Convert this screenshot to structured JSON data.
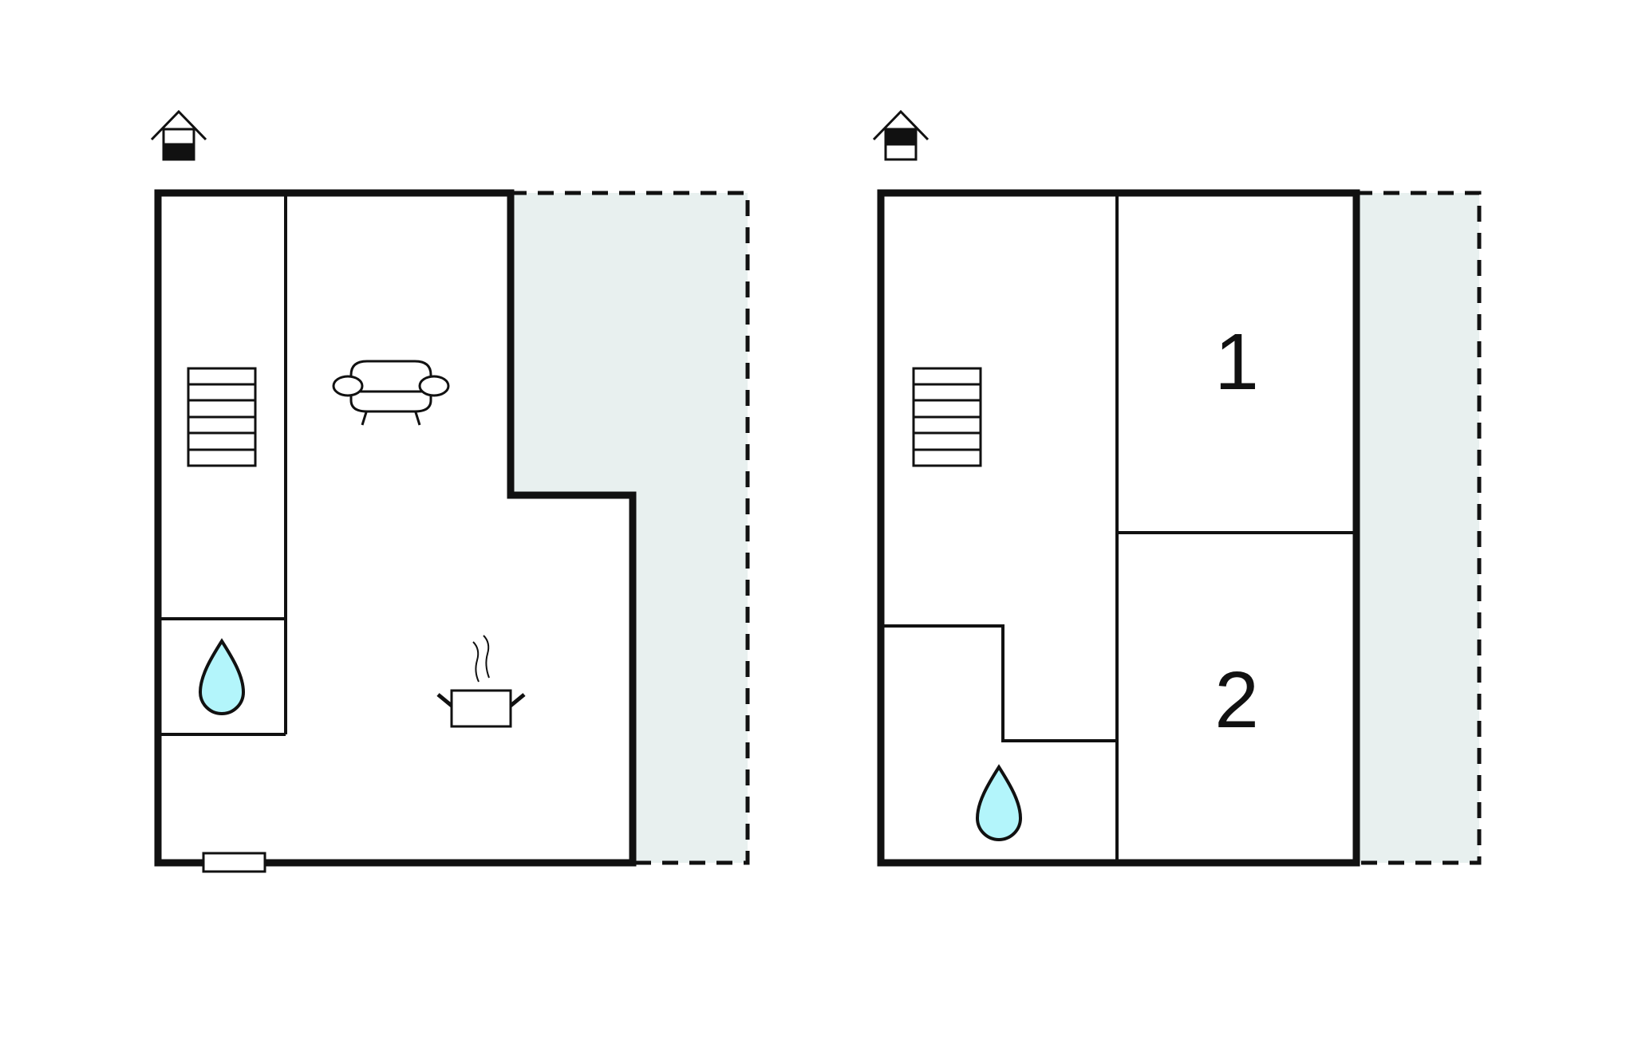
{
  "colors": {
    "wall": "#111111",
    "terrace_fill": "#e8f0ef",
    "water_drop": "#b3f5fb",
    "background": "#ffffff"
  },
  "floors": [
    {
      "level_icon": "house-ground-floor-icon",
      "rooms": [
        "hallway",
        "staircase",
        "bathroom",
        "living-room",
        "kitchen",
        "entrance-door"
      ],
      "terrace": "terrace-outline-dashed",
      "icons": [
        "staircase-icon",
        "sofa-icon",
        "water-drop-icon",
        "cooking-pot-icon",
        "door-icon"
      ]
    },
    {
      "level_icon": "house-upper-floor-icon",
      "rooms": [
        "hallway",
        "staircase",
        "bathroom",
        "bedroom-1",
        "bedroom-2"
      ],
      "terrace": "balcony-outline-dashed",
      "icons": [
        "staircase-icon",
        "water-drop-icon"
      ],
      "bedroom_labels": [
        "1",
        "2"
      ]
    }
  ]
}
